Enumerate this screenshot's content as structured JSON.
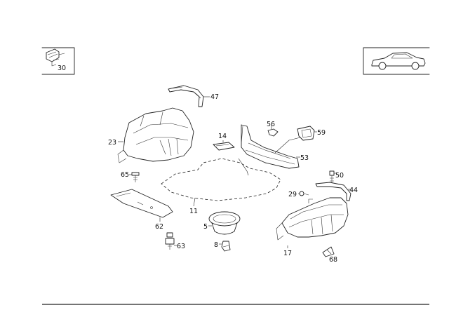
{
  "inset_left": {
    "label": "30"
  },
  "inset_right": {
    "label": ""
  },
  "callouts": {
    "c47": "47",
    "c23": "23",
    "c14": "14",
    "c56": "56",
    "c59": "59",
    "c53": "53",
    "c65": "65",
    "c50": "50",
    "c29": "29",
    "c44": "44",
    "c11": "11",
    "c62": "62",
    "c5": "5",
    "c63": "63",
    "c8": "8",
    "c17": "17",
    "c68": "68"
  }
}
